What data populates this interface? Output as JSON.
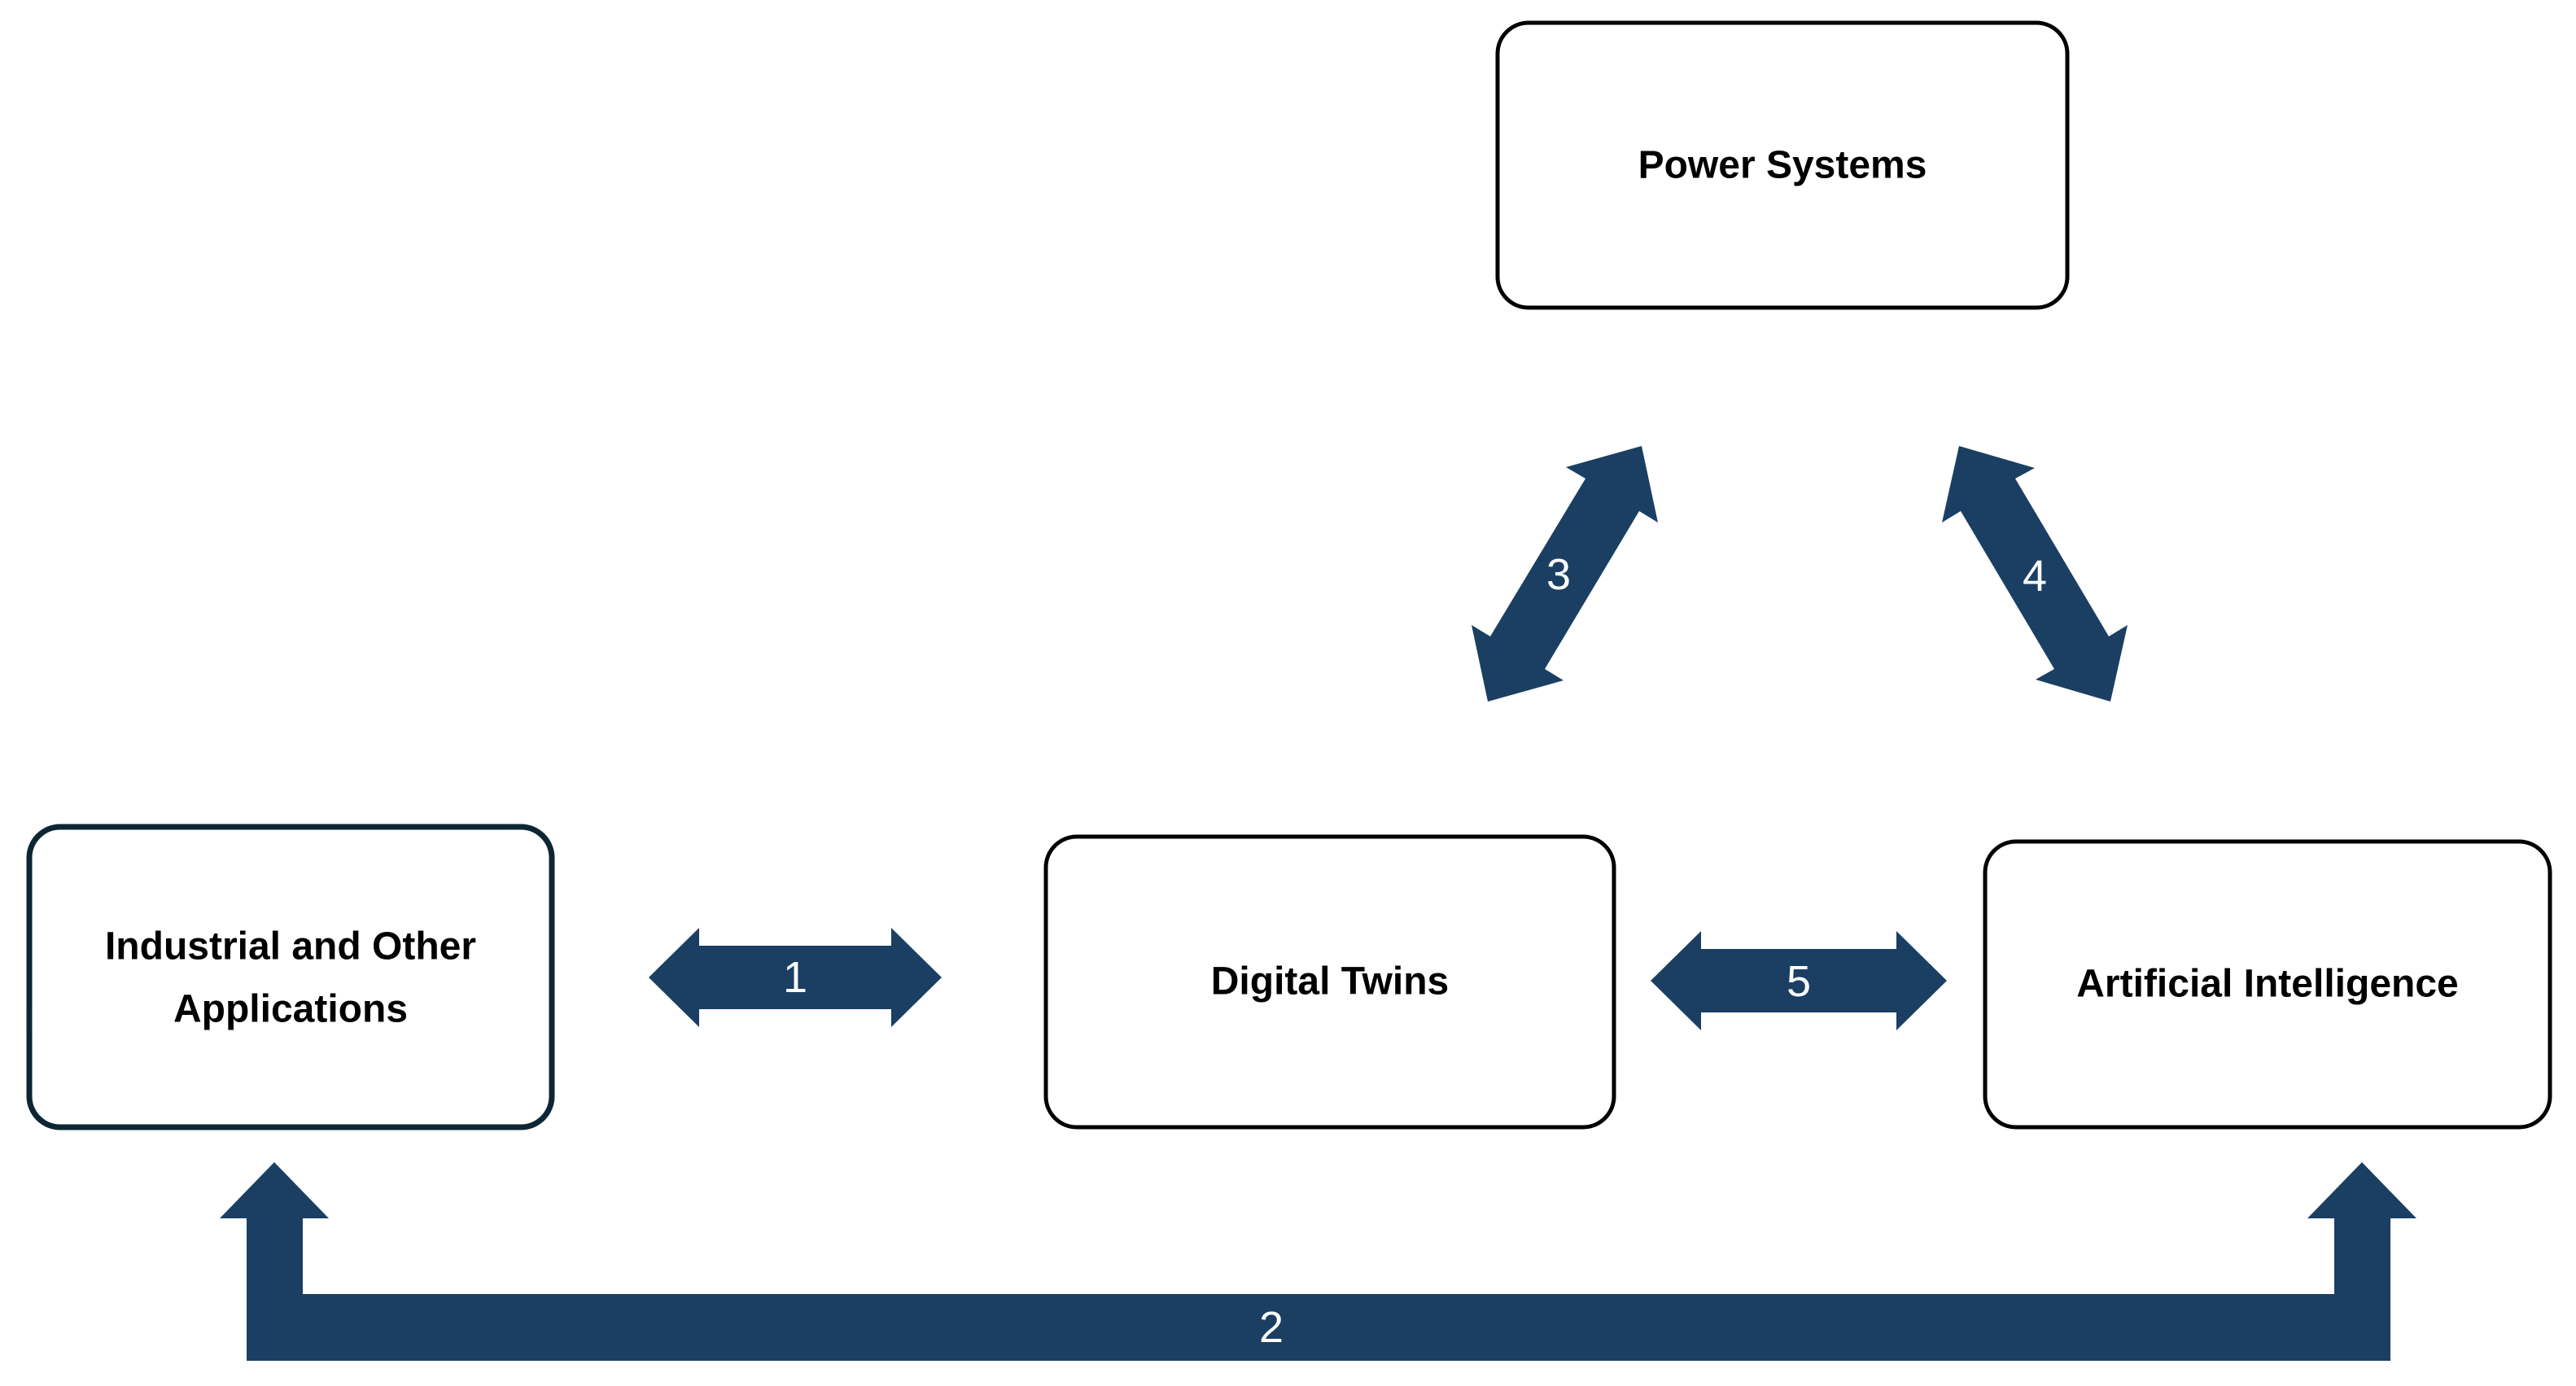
{
  "diagram": {
    "title": "Digital Twins relationships diagram",
    "background": "#ffffff",
    "colors": {
      "arrow": "#1B3F63",
      "arrow_label": "#FFFFFF",
      "box_fill": "#FFFFFF",
      "box_border_black": "#000000",
      "box_border_dark": "#0D2633",
      "box_text": "#000000"
    },
    "nodes": [
      {
        "id": "power-systems",
        "label": "Power Systems"
      },
      {
        "id": "industrial-applications",
        "label": "Industrial and Other Applications",
        "lines": [
          "Industrial and Other",
          "Applications"
        ]
      },
      {
        "id": "digital-twins",
        "label": "Digital Twins"
      },
      {
        "id": "artificial-intelligence",
        "label": "Artificial Intelligence"
      }
    ],
    "edges": [
      {
        "id": "1",
        "label": "1",
        "from": "industrial-applications",
        "to": "digital-twins",
        "style": "horizontal-double-arrow"
      },
      {
        "id": "2",
        "label": "2",
        "from": "industrial-applications",
        "to": "artificial-intelligence",
        "style": "bottom-u-double-arrow"
      },
      {
        "id": "3",
        "label": "3",
        "from": "digital-twins",
        "to": "power-systems",
        "style": "diagonal-double-arrow"
      },
      {
        "id": "4",
        "label": "4",
        "from": "power-systems",
        "to": "artificial-intelligence",
        "style": "diagonal-double-arrow"
      },
      {
        "id": "5",
        "label": "5",
        "from": "digital-twins",
        "to": "artificial-intelligence",
        "style": "horizontal-double-arrow"
      }
    ]
  }
}
